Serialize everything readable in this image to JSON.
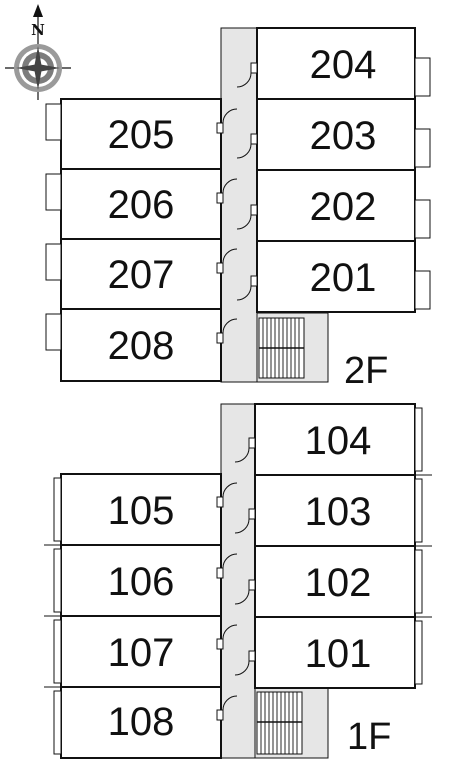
{
  "compass": {
    "north_label": "N",
    "icon": "compass-rose-icon"
  },
  "floors": [
    {
      "label": "2F",
      "west_rooms": [
        "205",
        "206",
        "207",
        "208"
      ],
      "east_rooms": [
        "204",
        "203",
        "202",
        "201"
      ]
    },
    {
      "label": "1F",
      "west_rooms": [
        "105",
        "106",
        "107",
        "108"
      ],
      "east_rooms": [
        "104",
        "103",
        "102",
        "101"
      ]
    }
  ],
  "colors": {
    "line": "#111111",
    "corridor": "#e6e6e6",
    "background": "#ffffff"
  }
}
